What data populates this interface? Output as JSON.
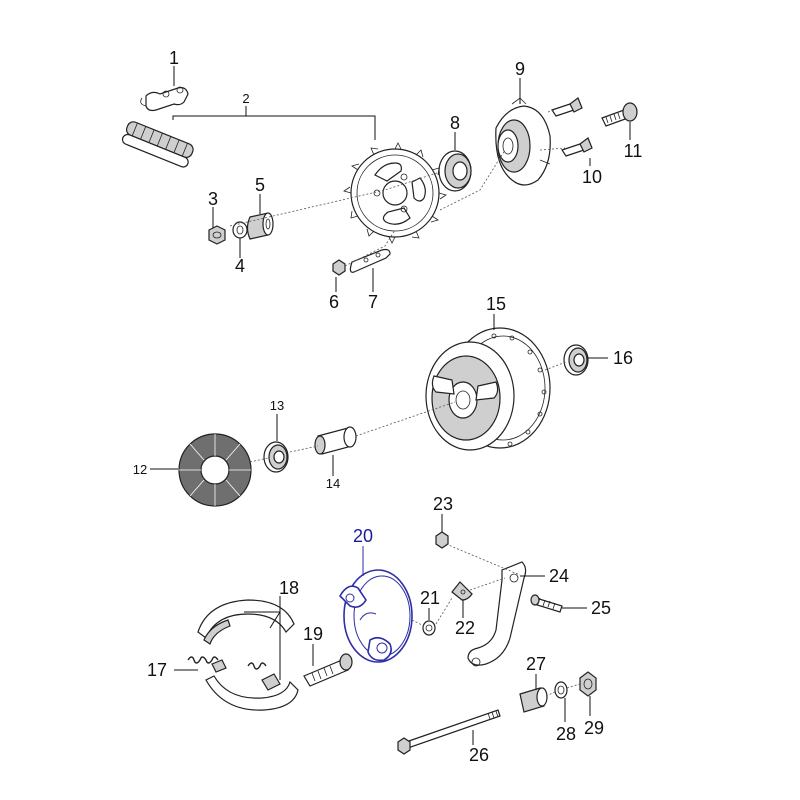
{
  "colors": {
    "line": "#111111",
    "highlight": "#2e2ea6",
    "background": "#ffffff"
  },
  "callouts": {
    "p1": "1",
    "p2": "2",
    "p3": "3",
    "p4": "4",
    "p5": "5",
    "p6": "6",
    "p7": "7",
    "p8": "8",
    "p9": "9",
    "p10": "10",
    "p11": "11",
    "p12": "12",
    "p13": "13",
    "p14": "14",
    "p15": "15",
    "p16": "16",
    "p17": "17",
    "p18": "18",
    "p19": "19",
    "p20": "20",
    "p21": "21",
    "p22": "22",
    "p23": "23",
    "p24": "24",
    "p25": "25",
    "p26": "26",
    "p27": "27",
    "p28": "28",
    "p29": "29"
  },
  "highlighted_part": "20"
}
